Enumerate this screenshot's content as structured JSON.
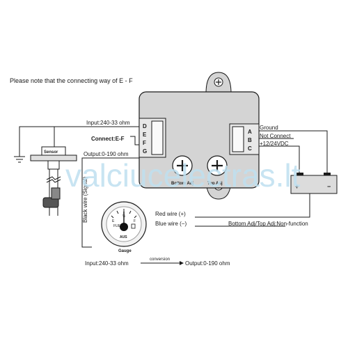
{
  "heading": "Please note that the connecting way of E - F",
  "module": {
    "left_terminals": [
      "D",
      "E",
      "F",
      "G"
    ],
    "right_terminals": [
      "A",
      "B",
      "C"
    ],
    "bottom_adj_label": "Bottom Adj",
    "top_adj_label": "Top Adj"
  },
  "wiring": {
    "input_top": "Input:240-33 ohm",
    "connect_ef": "Connect:E-F",
    "output": "Output:0-190 ohm",
    "ground": "Ground",
    "not_connect": "Not Connect",
    "supply": "+12/24VDC",
    "red_wire": "Red wire (+)",
    "blue_wire": "Blue wire (−)",
    "black_wire": "Black wire (Signal)"
  },
  "sensor_label": "Sensor",
  "gauge": {
    "label": "Gauge",
    "brand": "AUS",
    "fuel": "FUEL",
    "mark_empty": "E",
    "mark_half": "½",
    "mark_full": "F"
  },
  "battery": {
    "plus": "+",
    "minus": "−"
  },
  "note_adj": "Bottom Adj/Top Adj:Non-function",
  "conversion": {
    "input": "Input:240-33 ohm",
    "arrow_label": "conversion",
    "output": "Output:0-190 ohm"
  },
  "watermark": "valciucelectras.lt",
  "colors": {
    "module_fill": "#d4d4d4",
    "battery_fill": "#dcdcdc",
    "line": "#1a1a1a",
    "watermark": "#bfe0f0"
  }
}
